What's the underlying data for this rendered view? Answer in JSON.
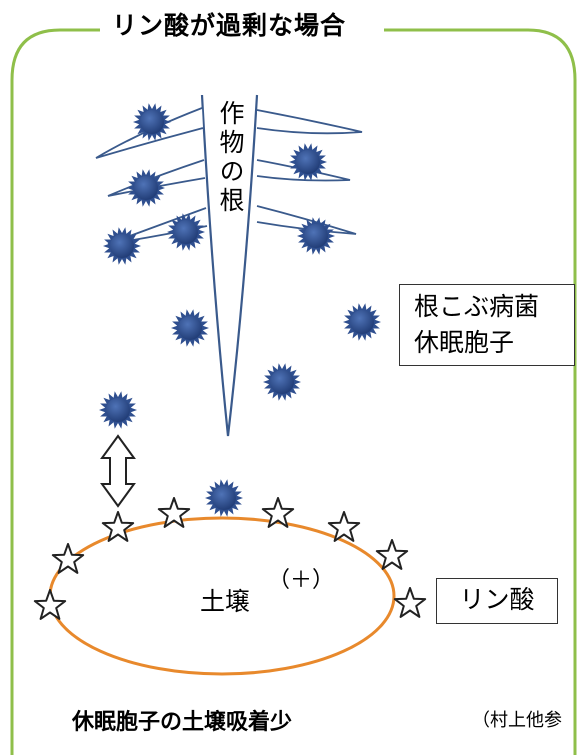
{
  "title": "リン酸が過剰な場合",
  "root_label": "作物の根",
  "spore_label": [
    "根こぶ病菌",
    "休眠胞子"
  ],
  "soil_label": "土壌",
  "soil_charge": "（＋）",
  "phosphate_label": "リン酸",
  "conclusion": "休眠胞子の土壌吸着少",
  "source": "（村上他参",
  "colors": {
    "frame": "#8fbf4a",
    "spore": "#2f4f8f",
    "soil_outline": "#e8892c",
    "root": "#3a5a8c"
  }
}
